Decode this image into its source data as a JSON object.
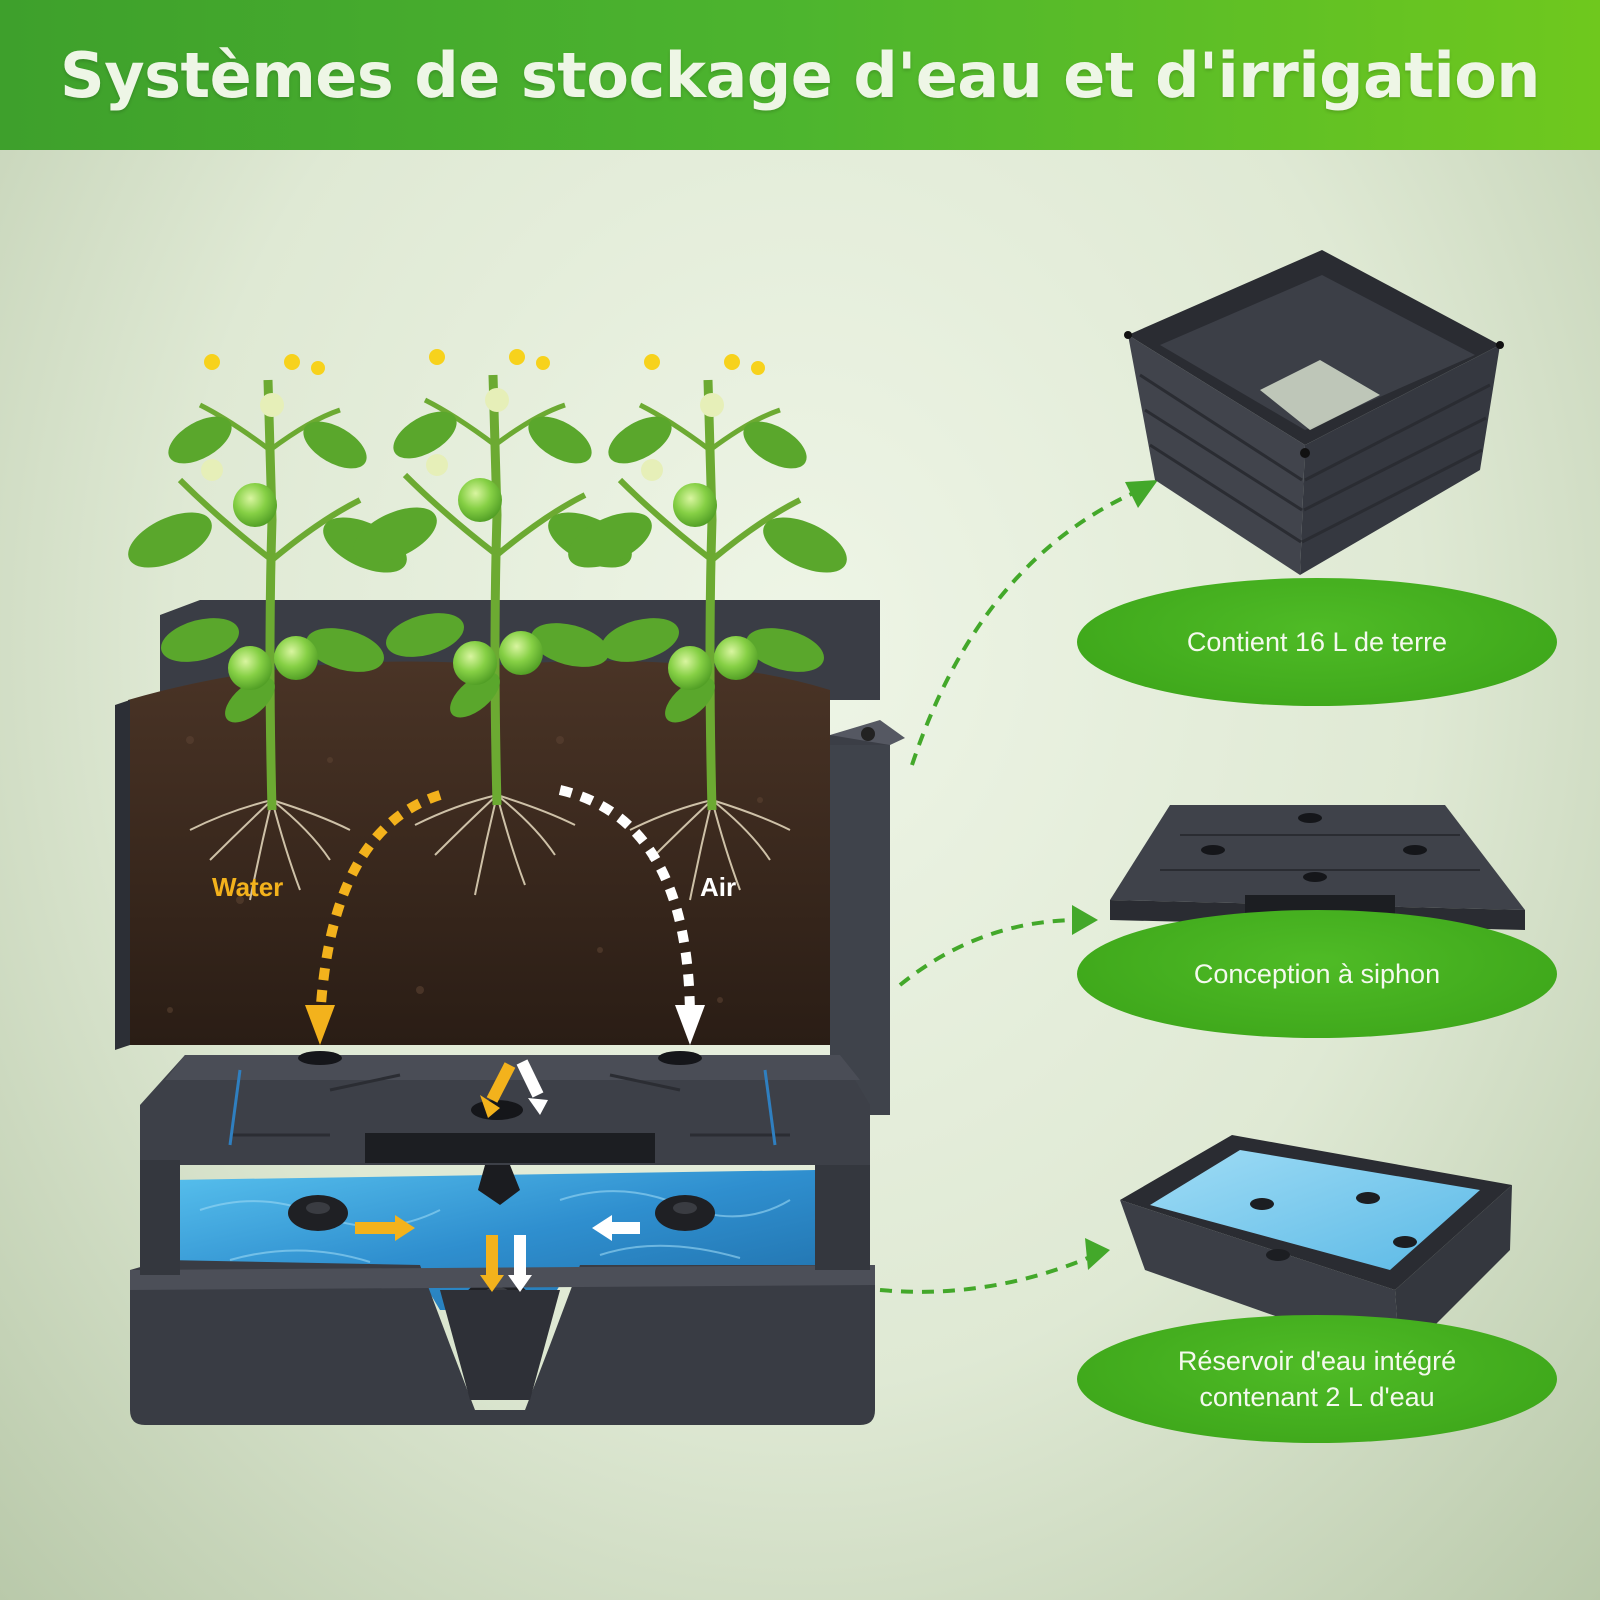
{
  "banner": {
    "title": "Systèmes de stockage d'eau et d'irrigation"
  },
  "diagram": {
    "water_label": "Water",
    "air_label": "Air"
  },
  "callouts": [
    {
      "lines": [
        "Contient 16 L de terre"
      ]
    },
    {
      "lines": [
        "Conception à siphon"
      ]
    },
    {
      "lines": [
        "Réservoir d'eau intégré",
        "contenant 2 L d'eau"
      ]
    }
  ],
  "colors": {
    "banner_green": "#4db52e",
    "callout_green": "#3aa218",
    "water_arrow": "#f3b21c",
    "air_arrow": "#ffffff",
    "pot_gray": "#3b3e46",
    "reservoir_water": "#3aa3d8"
  }
}
